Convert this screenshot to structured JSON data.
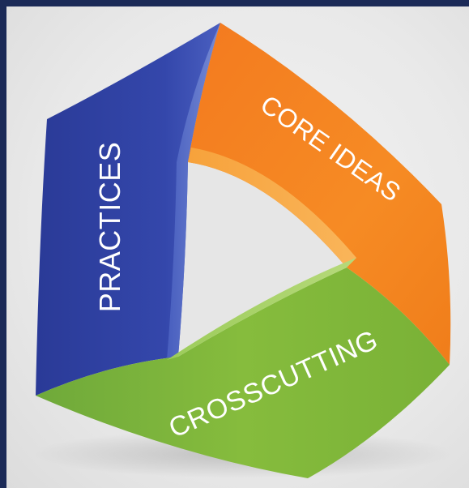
{
  "diagram": {
    "bands": [
      {
        "label": "PRACTICES",
        "color": "#2e3f9e"
      },
      {
        "label": "CORE IDEAS",
        "color": "#f58220"
      },
      {
        "label": "CROSSCUTTING",
        "color": "#7cb33a"
      }
    ]
  }
}
